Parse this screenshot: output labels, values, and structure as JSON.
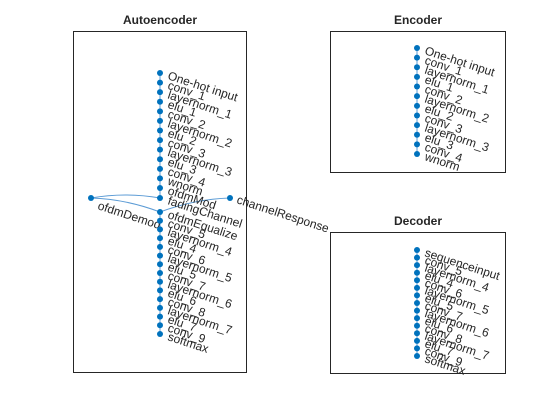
{
  "colors": {
    "node": "#0072BD",
    "edge": "#5B9BD5",
    "axes": "#262626",
    "background": "#FFFFFF"
  },
  "panels": [
    {
      "key": "autoencoder",
      "title": "Autoencoder",
      "nodes": [
        "One-hot input",
        "conv_1",
        "layernorm_1",
        "elu_1",
        "conv_2",
        "layernorm_2",
        "elu_2",
        "conv_3",
        "layernorm_3",
        "elu_3",
        "conv_4",
        "wnorm",
        "ofdmMod",
        "fadingChannel",
        "channelResponse",
        "ofdmDemod",
        "ofdmEqualize",
        "conv_5",
        "layernorm_4",
        "elu_4",
        "conv_6",
        "layernorm_5",
        "elu_5",
        "conv_7",
        "layernorm_6",
        "elu_6",
        "conv_8",
        "layernorm_7",
        "elu_7",
        "conv_9",
        "softmax"
      ]
    },
    {
      "key": "encoder",
      "title": "Encoder",
      "nodes": [
        "One-hot input",
        "conv_1",
        "layernorm_1",
        "elu_1",
        "conv_2",
        "layernorm_2",
        "elu_2",
        "conv_3",
        "layernorm_3",
        "elu_3",
        "conv_4",
        "wnorm"
      ]
    },
    {
      "key": "decoder",
      "title": "Decoder",
      "nodes": [
        "sequenceinput",
        "conv_5",
        "layernorm_4",
        "elu_4",
        "conv_6",
        "layernorm_5",
        "elu_5",
        "conv_7",
        "layernorm_6",
        "elu_6",
        "conv_8",
        "layernorm_7",
        "elu_7",
        "conv_9",
        "softmax"
      ]
    }
  ]
}
